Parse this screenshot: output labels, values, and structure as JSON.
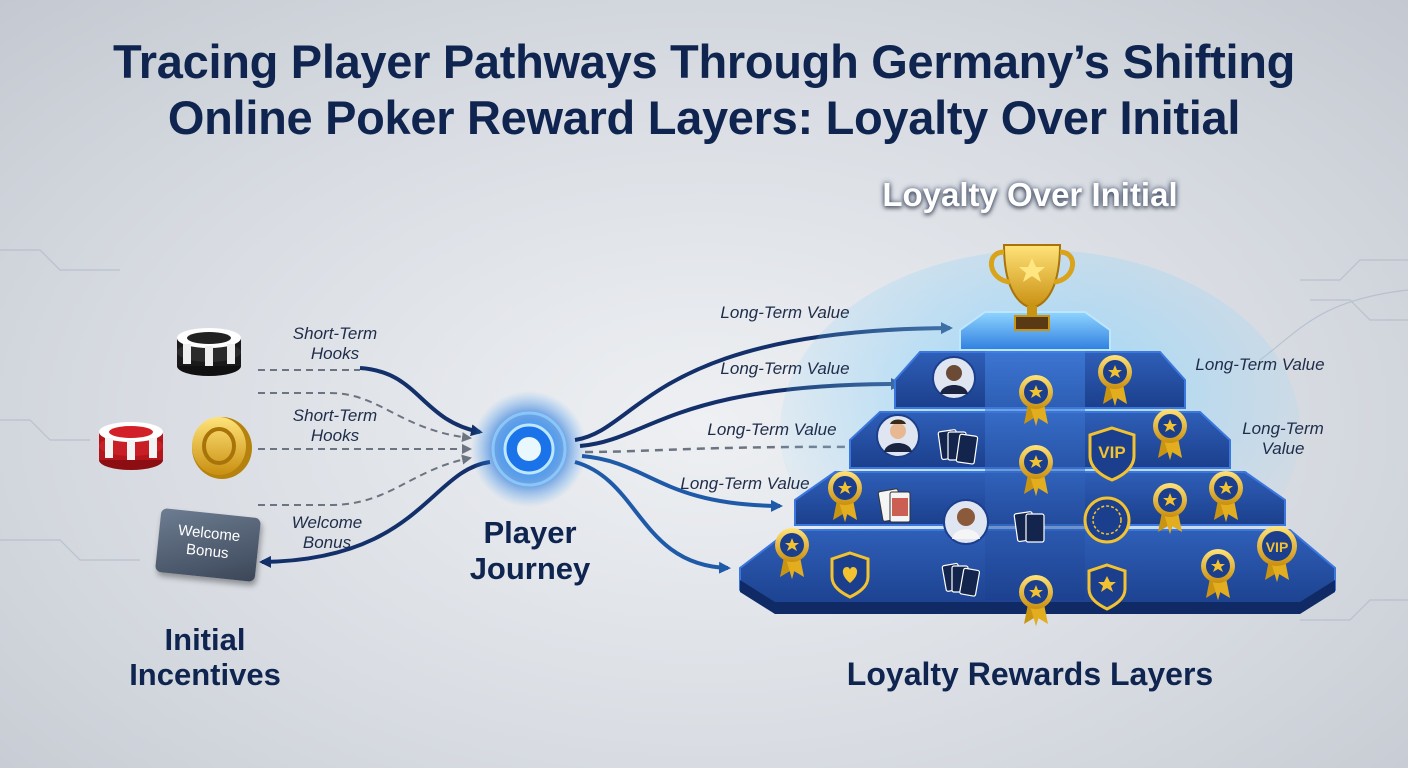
{
  "title": {
    "line1": "Tracing Player Pathways Through Germany’s Shifting",
    "line2": "Online Poker Reward Layers: Loyalty Over Initial"
  },
  "left": {
    "hook_label_1": "Short-Term\nHooks",
    "hook_label_2": "Short-Term\nHooks",
    "welcome_label": "Welcome\nBonus",
    "welcome_card": "Welcome\nBonus",
    "section_title": "Initial\nIncentives"
  },
  "center": {
    "hub_label": "Player\nJourney"
  },
  "right": {
    "top_title": "Loyalty Over Initial",
    "value_labels": [
      "Long-Term Value",
      "Long-Term Value",
      "Long-Term Value",
      "Long-Term Value",
      "Long-Term Value",
      "Long-Term\nValue"
    ],
    "vip_badge_1": "VIP",
    "vip_badge_2": "VIP",
    "section_title": "Loyalty Rewards Layers"
  },
  "colors": {
    "title": "#0f2550",
    "arrow_dark": "#13306b",
    "arrow_mid": "#1e5aa8",
    "gold": "#f2c230",
    "glow": "#3aa0ff"
  }
}
